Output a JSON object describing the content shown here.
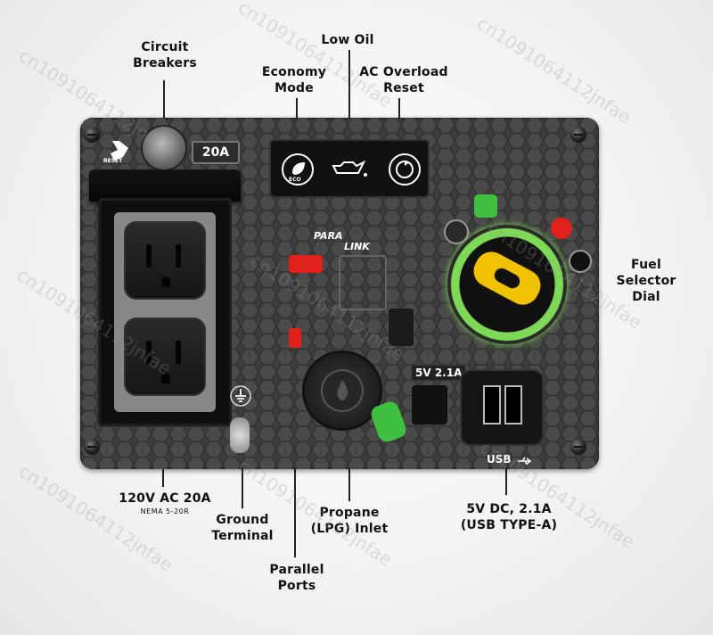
{
  "callouts": {
    "circuit_breakers": "Circuit\nBreakers",
    "low_oil": "Low Oil",
    "economy_mode": "Economy\nMode",
    "ac_overload": "AC Overload\nReset",
    "fuel_selector": "Fuel\nSelector\nDial",
    "outlet_120v": "120V AC 20A",
    "outlet_nema": "NEMA 5-20R",
    "ground_terminal": "Ground\nTerminal",
    "parallel_ports": "Parallel\nPorts",
    "propane_inlet": "Propane\n(LPG) Inlet",
    "usb_spec": "5V DC, 2.1A\n(USB TYPE-A)"
  },
  "panel": {
    "breaker_rating": "20A",
    "reset_label": "RESET",
    "eco_label": "ECO",
    "paralink_top": "PARA",
    "paralink_bottom": "LINK",
    "usb_rating": "5V 2.1A",
    "usb_label": "USB"
  },
  "watermark": "cn1091064112jnfae",
  "colors": {
    "panel": "#3d3d3d",
    "fuel_ring": "#7ed957",
    "fuel_knob": "#f2c200",
    "parallel_red": "#e0201b",
    "propane_cap": "#2a2a2a",
    "green_tag": "#3fbf3f"
  },
  "icons": [
    "eco-leaf-icon",
    "oil-can-icon",
    "overload-reset-icon",
    "ground-symbol-icon",
    "propane-flame-icon",
    "fuel-gasoline-icon",
    "fuel-propane-icon",
    "fuel-off-icon",
    "usb-trident-icon",
    "reset-hand-icon"
  ]
}
